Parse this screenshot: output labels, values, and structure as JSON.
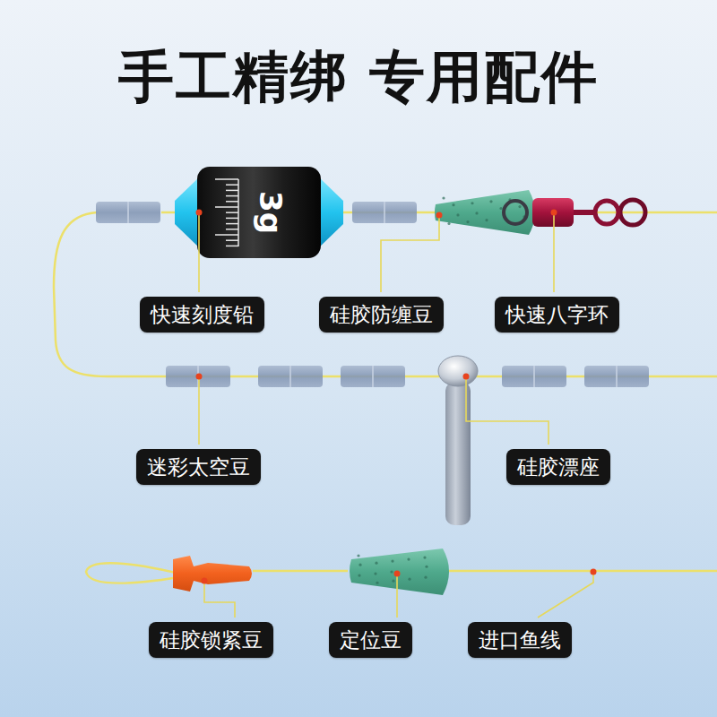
{
  "diagram": {
    "title": "手工精绑 专用配件",
    "nodes": [
      {
        "text": [
          "快速刻度铅"
        ]
      },
      {
        "text": [
          "硅胶防缠豆"
        ]
      },
      {
        "text": [
          "快速八字环"
        ]
      },
      {
        "text": [
          "迷彩太空豆"
        ]
      },
      {
        "text": [
          "硅胶漂座"
        ]
      },
      {
        "text": [
          "硅胶锁紧豆"
        ]
      },
      {
        "text": [
          "定位豆"
        ]
      },
      {
        "text": [
          "进口鱼线"
        ]
      }
    ],
    "labels": [
      "3g"
    ]
  }
}
